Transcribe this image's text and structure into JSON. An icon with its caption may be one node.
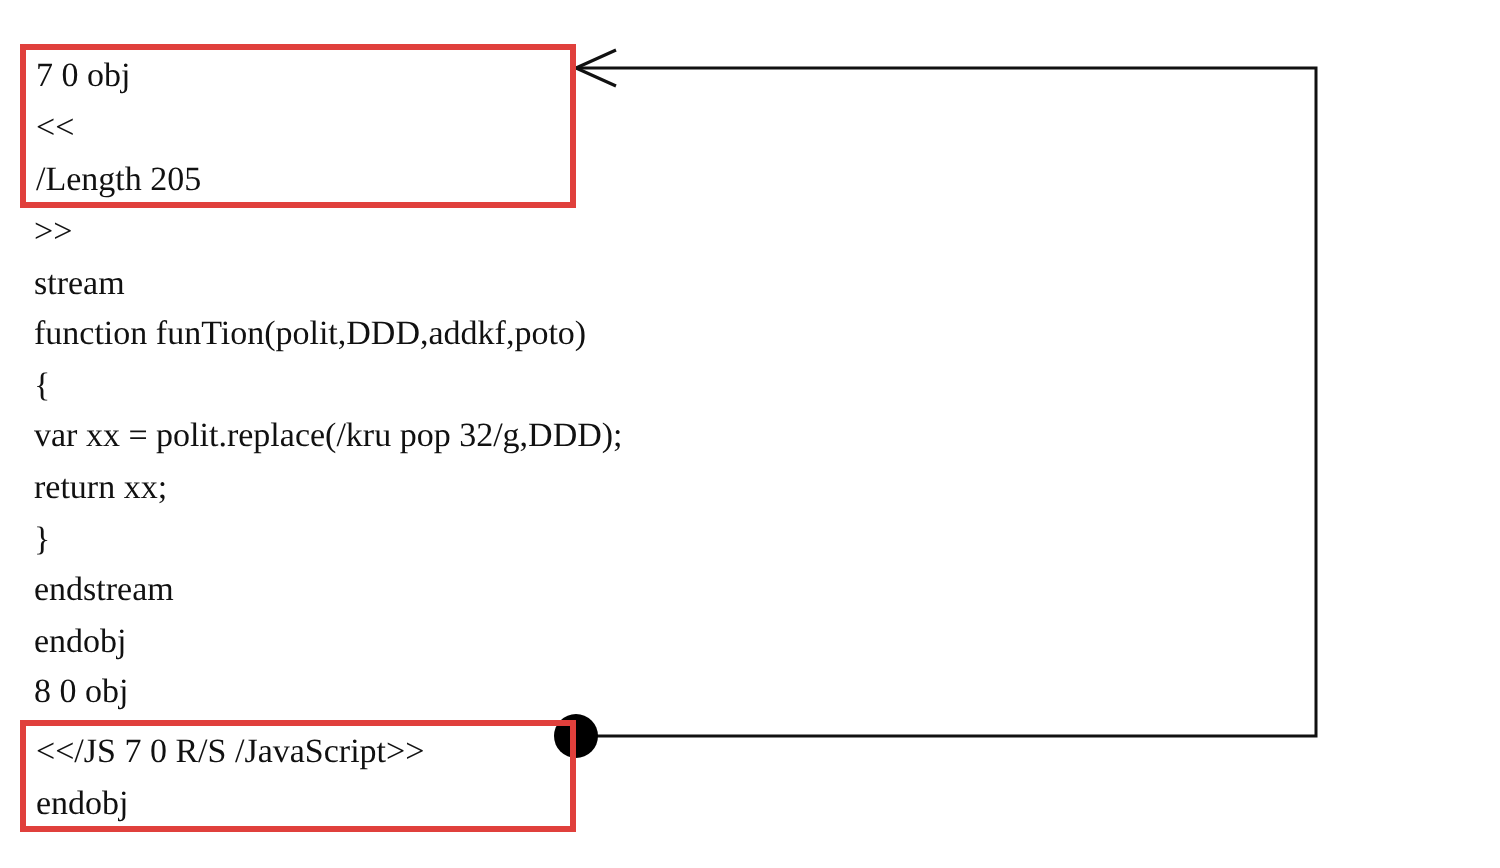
{
  "diagram": {
    "nodes": [
      {
        "text": [
          "7 0 obj",
          "<<",
          "/Length 205"
        ]
      },
      {
        "text": [
          "<</JS 7 0 R/S /JavaScript>>",
          "endobj"
        ]
      }
    ],
    "edges": [
      {
        "from": 1,
        "to": 0,
        "arrow": "to"
      }
    ],
    "labels": [
      ">>",
      "stream",
      "function funTion(polit,DDD,addkf,poto)",
      "{",
      "var xx = polit.replace(/kru pop 32/g,DDD);",
      "return xx;",
      "}",
      "endstream",
      "endobj",
      "8 0 obj"
    ]
  }
}
